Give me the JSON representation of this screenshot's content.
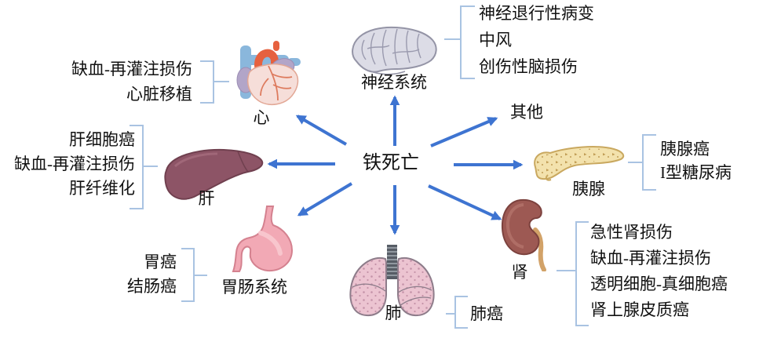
{
  "diagram": {
    "center_label": "铁死亡",
    "other_label": "其他",
    "nervous": {
      "organ_label": "神经系统",
      "diseases": [
        "神经退行性病变",
        "中风",
        "创伤性脑损伤"
      ]
    },
    "heart": {
      "organ_label": "心",
      "diseases": [
        "缺血-再灌注损伤",
        "心脏移植"
      ]
    },
    "liver": {
      "organ_label": "肝",
      "diseases": [
        "肝细胞癌",
        "缺血-再灌注损伤",
        "肝纤维化"
      ]
    },
    "gastro": {
      "organ_label": "胃肠系统",
      "diseases": [
        "胃癌",
        "结肠癌"
      ]
    },
    "lung": {
      "organ_label": "肺",
      "diseases": [
        "肺癌"
      ]
    },
    "kidney": {
      "organ_label": "肾",
      "diseases": [
        "急性肾损伤",
        "缺血-再灌注损伤",
        "透明细胞-真细胞癌",
        "肾上腺皮质癌"
      ]
    },
    "pancreas": {
      "organ_label": "胰腺",
      "diseases": [
        "胰腺癌",
        "I型糖尿病"
      ]
    },
    "colors": {
      "arrow_blue": "#3e74d1",
      "bracket_blue": "#a9c3e2",
      "text": "#111111"
    }
  }
}
